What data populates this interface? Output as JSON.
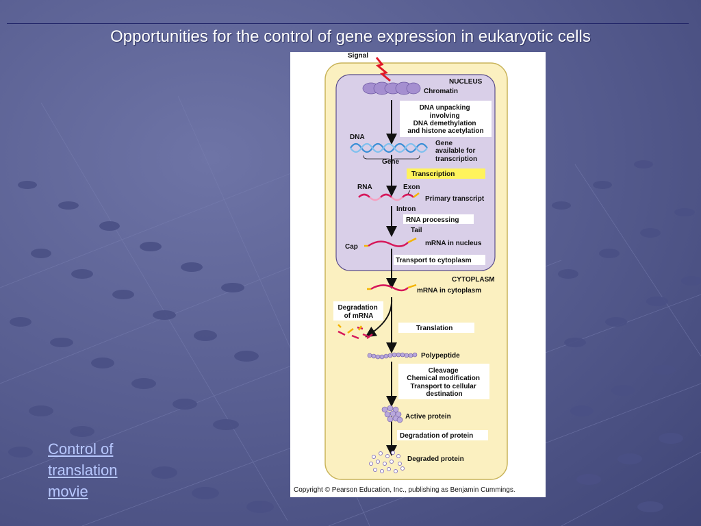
{
  "slide": {
    "title": "Opportunities for the control of gene expression in eukaryotic cells",
    "link_text": "Control of translation movie"
  },
  "figure": {
    "signal": "Signal",
    "nucleus": "NUCLEUS",
    "chromatin": "Chromatin",
    "dna_unpacking": [
      "DNA unpacking",
      "involving",
      "DNA demethylation",
      "and histone acetylation"
    ],
    "dna": "DNA",
    "gene": "Gene",
    "gene_available": [
      "Gene",
      "available for",
      "transcription"
    ],
    "transcription": "Transcription",
    "rna": "RNA",
    "exon": "Exon",
    "intron": "Intron",
    "primary_transcript": "Primary transcript",
    "rna_processing": "RNA processing",
    "tail": "Tail",
    "cap": "Cap",
    "mrna_nucleus": "mRNA in nucleus",
    "transport_cytoplasm": "Transport to cytoplasm",
    "cytoplasm": "CYTOPLASM",
    "mrna_cytoplasm": "mRNA in cytoplasm",
    "degradation_mrna": [
      "Degradation",
      "of mRNA"
    ],
    "translation": "Translation",
    "polypeptide": "Polypeptide",
    "cleavage": [
      "Cleavage",
      "Chemical modification",
      "Transport to cellular",
      "destination"
    ],
    "active_protein": "Active protein",
    "degradation_protein": "Degradation of protein",
    "degraded_protein": "Degraded protein",
    "copyright": "Copyright © Pearson Education, Inc., publishing as Benjamin Cummings."
  },
  "colors": {
    "cell": "#fbf0c0",
    "nucleus": "#d9cfe8",
    "rna": "#d6185a",
    "dna": "#3b8fd6",
    "highlight": "#fff35c",
    "protein": "#b9a8dc"
  }
}
